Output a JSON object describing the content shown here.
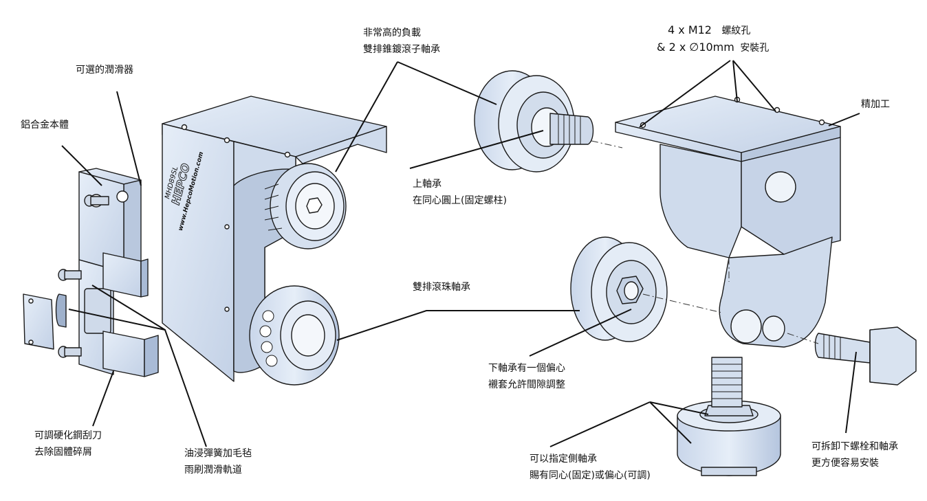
{
  "labels": {
    "lubricator": "可選的潤滑器",
    "alloy_body": "鋁合金本體",
    "bearing_top_1": "非常高的負載",
    "bearing_top_2": "雙排錐鍍滾子軸承",
    "holes_1": "4 x M12",
    "holes_1b": "螺紋孔",
    "holes_2": "& 2 x ∅10mm",
    "holes_2b": "安裝孔",
    "precision": "精加工",
    "upper_bearing_1": "上軸承",
    "upper_bearing_2": "在同心圓上(固定螺柱)",
    "ball_bearing": "雙排滾珠軸承",
    "lower_bearing_1": "下軸承有一個偏心",
    "lower_bearing_2": "襯套允許間隙調整",
    "wiper_1": "可調硬化鋼刮刀",
    "wiper_2": "去除固體碎屑",
    "felt_1": "油浸彈簧加毛毡",
    "felt_2": "雨刷潤滑軌道",
    "side_bearing_1": "可以指定側軸承",
    "side_bearing_2": "賜有同心(固定)或偏心(可調)",
    "removable_1": "可拆卸下螺栓和軸承",
    "removable_2": "更方便容易安裝"
  },
  "branding": {
    "model": "MHD89SL",
    "logo": "HEPCO",
    "url": "www.HepcoMotion.com"
  },
  "colors": {
    "part_fill": "#dde6f2",
    "part_mid": "#c4d2e6",
    "part_dark": "#9fb1cc",
    "stroke": "#1a1a1a",
    "leader": "#111111"
  }
}
